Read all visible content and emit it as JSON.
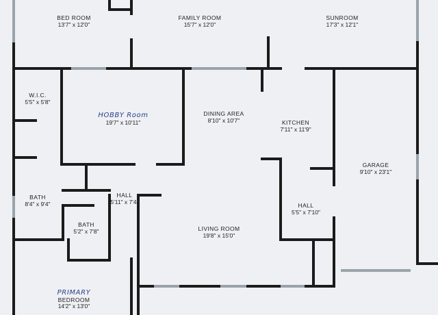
{
  "rooms": {
    "bedroom": {
      "name": "BED ROOM",
      "dims": "13'7\" x 12'0\""
    },
    "family_room": {
      "name": "FAMILY ROOM",
      "dims": "15'7\" x 12'0\""
    },
    "sunroom": {
      "name": "SUNROOM",
      "dims": "17'3\" x 12'1\""
    },
    "wic": {
      "name": "W.I.C.",
      "dims": "5'5\" x 5'8\""
    },
    "hobby_room": {
      "name": "HOBBY Room",
      "dims": "19'7\" x 10'11\""
    },
    "dining_area": {
      "name": "DINING AREA",
      "dims": "8'10\" x 10'7\""
    },
    "kitchen": {
      "name": "KITCHEN",
      "dims": "7'11\" x 11'9\""
    },
    "garage": {
      "name": "GARAGE",
      "dims": "9'10\" x 23'1\""
    },
    "bath_1": {
      "name": "BATH",
      "dims": "8'4\" x 9'4\""
    },
    "hall_1": {
      "name": "HALL",
      "dims": "5'11\" x 7'4\""
    },
    "bath_2": {
      "name": "BATH",
      "dims": "5'2\" x 7'8\""
    },
    "hall_2": {
      "name": "HALL",
      "dims": "5'5\" x 7'10\""
    },
    "living_room": {
      "name": "LIVING ROOM",
      "dims": "19'8\" x 15'0\""
    },
    "primary_bedroom": {
      "name": "PRIMARY",
      "name2": "BEDROOM",
      "dims": "14'2\" x 13'0\""
    }
  },
  "colors": {
    "wall": "#1b1b1b",
    "window": "#9aa3ab",
    "paper": "#eef0f3",
    "handwriting": "#2b3f8a"
  }
}
